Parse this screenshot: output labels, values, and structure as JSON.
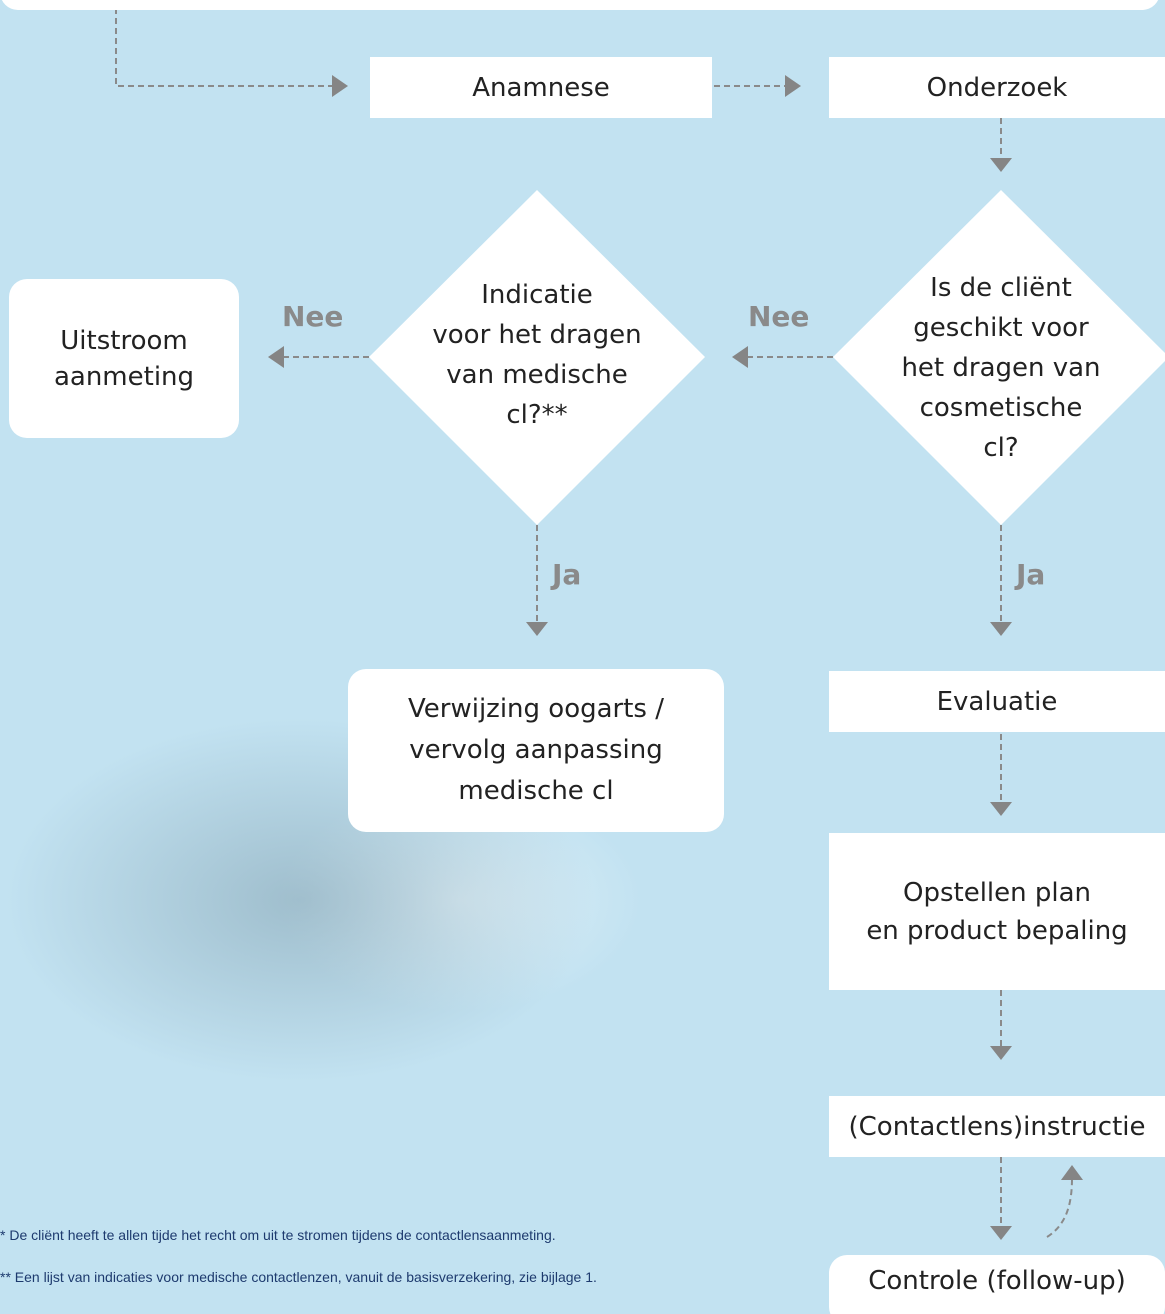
{
  "nodes": {
    "anamnese": "Anamnese",
    "onderzoek": "Onderzoek",
    "uitstroom": "Uitstroom\naanmeting",
    "indicatie": "Indicatie\nvoor het dragen\nvan medische\ncl?**",
    "geschikt": "Is de cliënt\ngeschikt voor\nhet dragen van\ncosmetische\ncl?",
    "verwijzing": "Verwijzing oogarts /\nvervolg aanpassing\nmedische cl",
    "evaluatie": "Evaluatie",
    "opstellen": "Opstellen plan\nen product bepaling",
    "instructie": "(Contactlens)instructie",
    "controle": "Controle (follow-up)"
  },
  "labels": {
    "nee_left": "Nee",
    "nee_right": "Nee",
    "ja_left": "Ja",
    "ja_right": "Ja"
  },
  "footnotes": {
    "note1": "* De cliënt heeft te allen tijde het recht om uit te stromen tijdens de contactlensaanmeting.",
    "note2": "** Een lijst van indicaties voor medische contactlenzen, vanuit de basisverzekering, zie bijlage 1."
  }
}
